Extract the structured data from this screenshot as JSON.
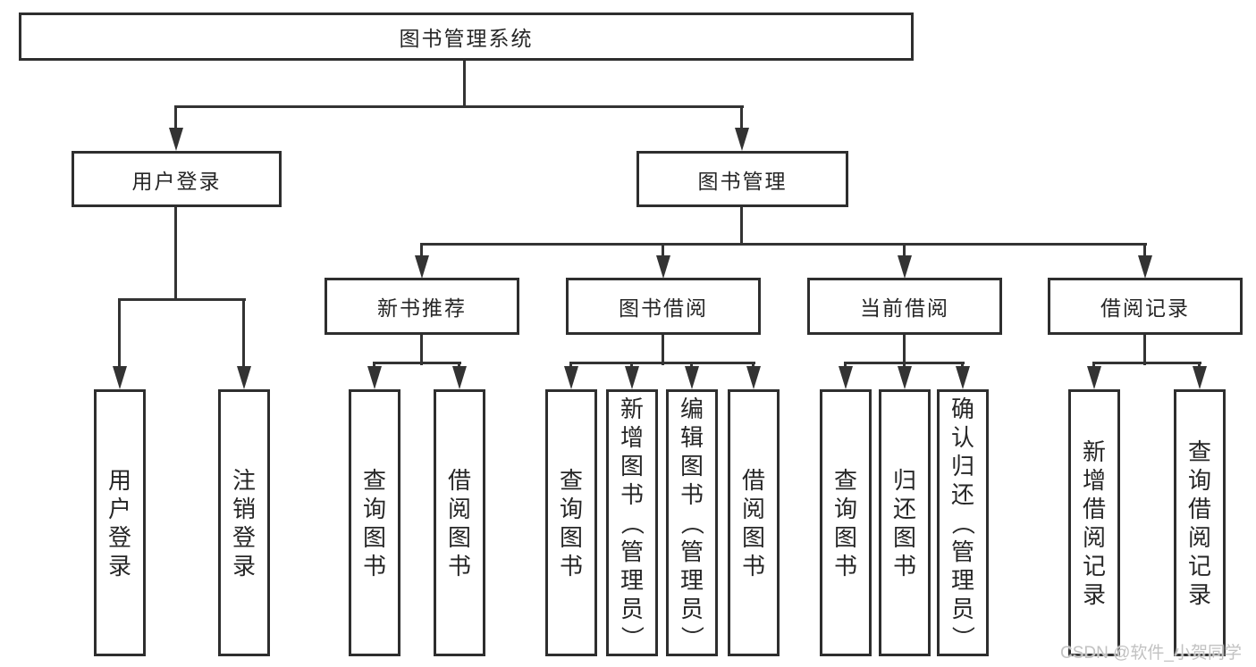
{
  "diagram_type": "functional-structure-tree",
  "colors": {
    "background": "#ffffff",
    "line": "#333333",
    "box_border": "#2e2e2e",
    "text": "#262626",
    "watermark": "#c2c2c2"
  },
  "tree": {
    "label": "图书管理系统",
    "children": [
      {
        "label": "用户登录",
        "children": [
          {
            "label": "用户登录"
          },
          {
            "label": "注销登录"
          }
        ]
      },
      {
        "label": "图书管理",
        "children": [
          {
            "label": "新书推荐",
            "children": [
              {
                "label": "查询图书"
              },
              {
                "label": "借阅图书"
              }
            ]
          },
          {
            "label": "图书借阅",
            "children": [
              {
                "label": "查询图书"
              },
              {
                "label": "新增图书（管理员）"
              },
              {
                "label": "编辑图书（管理员）"
              },
              {
                "label": "借阅图书"
              }
            ]
          },
          {
            "label": "当前借阅",
            "children": [
              {
                "label": "查询图书"
              },
              {
                "label": "归还图书"
              },
              {
                "label": "确认归还（管理员）"
              }
            ]
          },
          {
            "label": "借阅记录",
            "children": [
              {
                "label": "新增借阅记录"
              },
              {
                "label": "查询借阅记录"
              }
            ]
          }
        ]
      }
    ]
  },
  "watermark": "CSDN @软件_小贺同学"
}
